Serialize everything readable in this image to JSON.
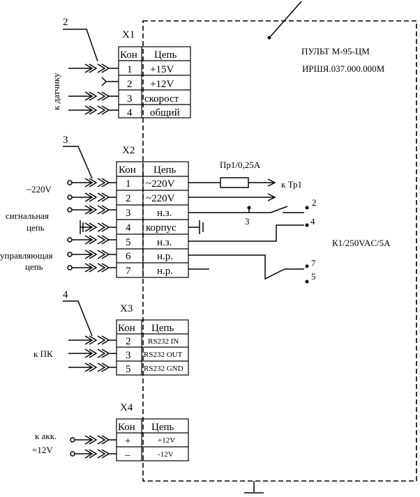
{
  "panel": {
    "title": "ПУЛЬТ М-95-ЦМ",
    "code": "ИРШЯ.037.000.000М"
  },
  "callouts": [
    "2",
    "3",
    "4"
  ],
  "side_labels": {
    "sensor": "к датчику",
    "v220": "~220V",
    "signal_line1": "сигнальная",
    "signal_line2": "цепь",
    "control_line1": "управляющая",
    "control_line2": "цепь",
    "pc": "к ПК",
    "battery_line1": "к акк.",
    "battery_line2": "=12V"
  },
  "fuse": {
    "label": "Пр1/0,25А",
    "dest": "к Тр1"
  },
  "relay": {
    "label": "К1/250VAC/5A",
    "contacts": [
      "2",
      "3",
      "4",
      "7",
      "5"
    ]
  },
  "connectors": [
    {
      "name": "X1",
      "header": [
        "Кон",
        "Цепь"
      ],
      "rows": [
        [
          "1",
          "+15V"
        ],
        [
          "2",
          "+12V"
        ],
        [
          "3",
          "скорост"
        ],
        [
          "4",
          "общий"
        ]
      ]
    },
    {
      "name": "X2",
      "header": [
        "Кон",
        "Цепь"
      ],
      "rows": [
        [
          "1",
          "~220V"
        ],
        [
          "2",
          "~220V"
        ],
        [
          "3",
          "н.з."
        ],
        [
          "4",
          "корпус"
        ],
        [
          "5",
          "н.з."
        ],
        [
          "6",
          "н.р."
        ],
        [
          "7",
          "н.р."
        ]
      ]
    },
    {
      "name": "X3",
      "header": [
        "Кон",
        "Цепь"
      ],
      "rows": [
        [
          "2",
          "RS232 IN"
        ],
        [
          "3",
          "RS232 OUT"
        ],
        [
          "5",
          "RS232 GND"
        ]
      ]
    },
    {
      "name": "X4",
      "header": [
        "Кон",
        "Цепь"
      ],
      "rows": [
        [
          "+",
          "+12V"
        ],
        [
          "–",
          "-12V"
        ]
      ]
    }
  ]
}
